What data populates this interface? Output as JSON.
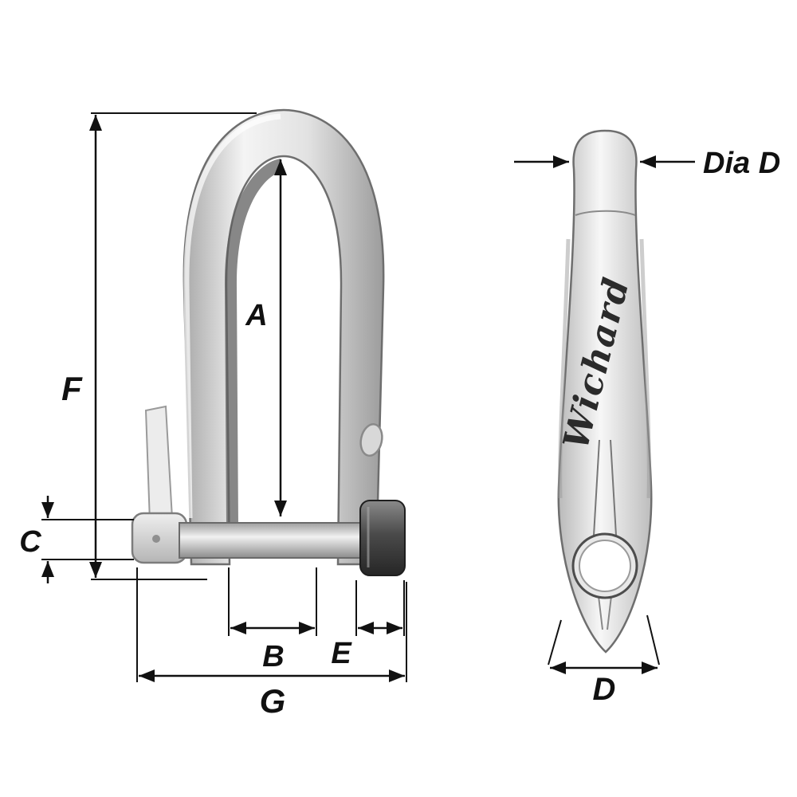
{
  "diagram": {
    "type": "technical-dimension-drawing",
    "subject": "key pin shackle, front view and side view",
    "brand": "Wichard",
    "dims": {
      "A": "A",
      "B": "B",
      "C": "C",
      "D": "D",
      "E": "E",
      "F": "F",
      "G": "G",
      "diaD": "Dia D"
    },
    "colors": {
      "background": "#ffffff",
      "line": "#111111",
      "metal_light": "#f5f5f5",
      "metal_mid": "#c9c9c9",
      "metal_dark": "#7a7a7a",
      "pin_head_dark": "#2e2e2e"
    }
  }
}
